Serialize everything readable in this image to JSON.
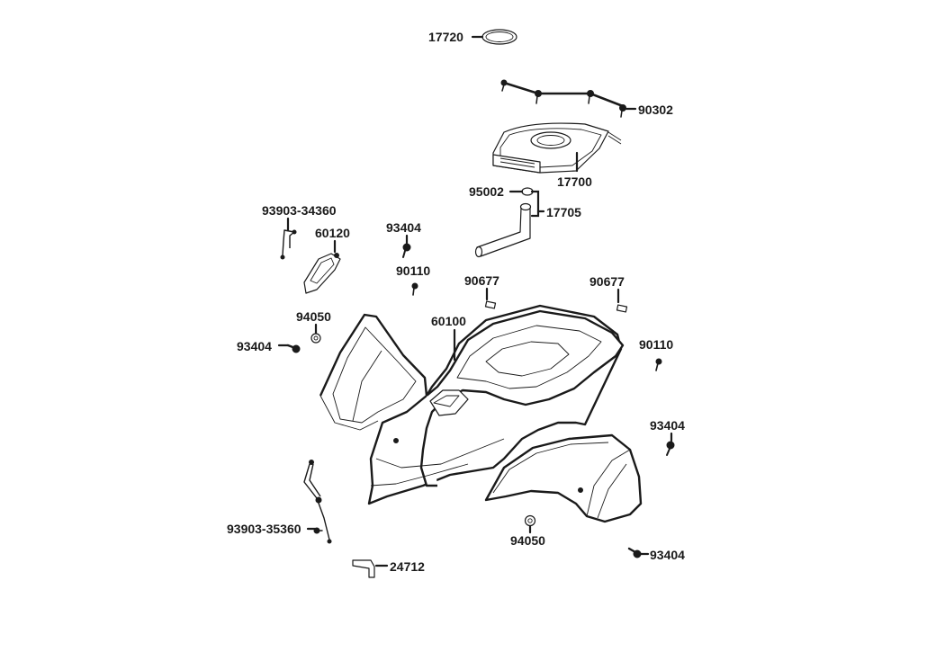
{
  "diagram": {
    "labels": {
      "p17720": "17720",
      "p90302": "90302",
      "p17700": "17700",
      "p95002": "95002",
      "p17705": "17705",
      "p93903_34360": "93903-34360",
      "p60120": "60120",
      "p93404_a": "93404",
      "p90110_a": "90110",
      "p90677_a": "90677",
      "p90677_b": "90677",
      "p94050_a": "94050",
      "p60100": "60100",
      "p93404_b": "93404",
      "p90110_b": "90110",
      "p93404_c": "93404",
      "p93903_35360": "93903-35360",
      "p94050_b": "94050",
      "p93404_d": "93404",
      "p24712": "24712"
    }
  }
}
